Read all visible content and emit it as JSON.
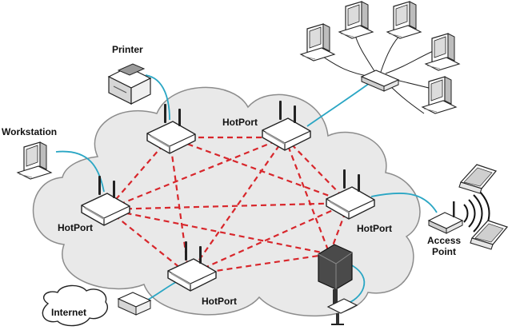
{
  "labels": {
    "printer": "Printer",
    "workstation": "Workstation",
    "hotport_top": "HotPort",
    "hotport_left": "HotPort",
    "hotport_right": "HotPort",
    "hotport_bottom": "HotPort",
    "internet": "Internet",
    "access_point_line1": "Access",
    "access_point_line2": "Point"
  },
  "colors": {
    "mesh_link": "#d8262b",
    "cable": "#2aa6c4",
    "cloud_fill": "#e9e9e9",
    "cloud_stroke": "#8c8c8c",
    "device_fill": "#ffffff",
    "device_stroke": "#222222"
  },
  "icons": {
    "router": "mesh-router-icon",
    "computer": "desktop-computer-icon",
    "laptop": "laptop-icon",
    "printer": "printer-icon",
    "switch": "network-switch-icon",
    "antenna": "panel-antenna-icon",
    "cloud": "cloud-icon"
  }
}
